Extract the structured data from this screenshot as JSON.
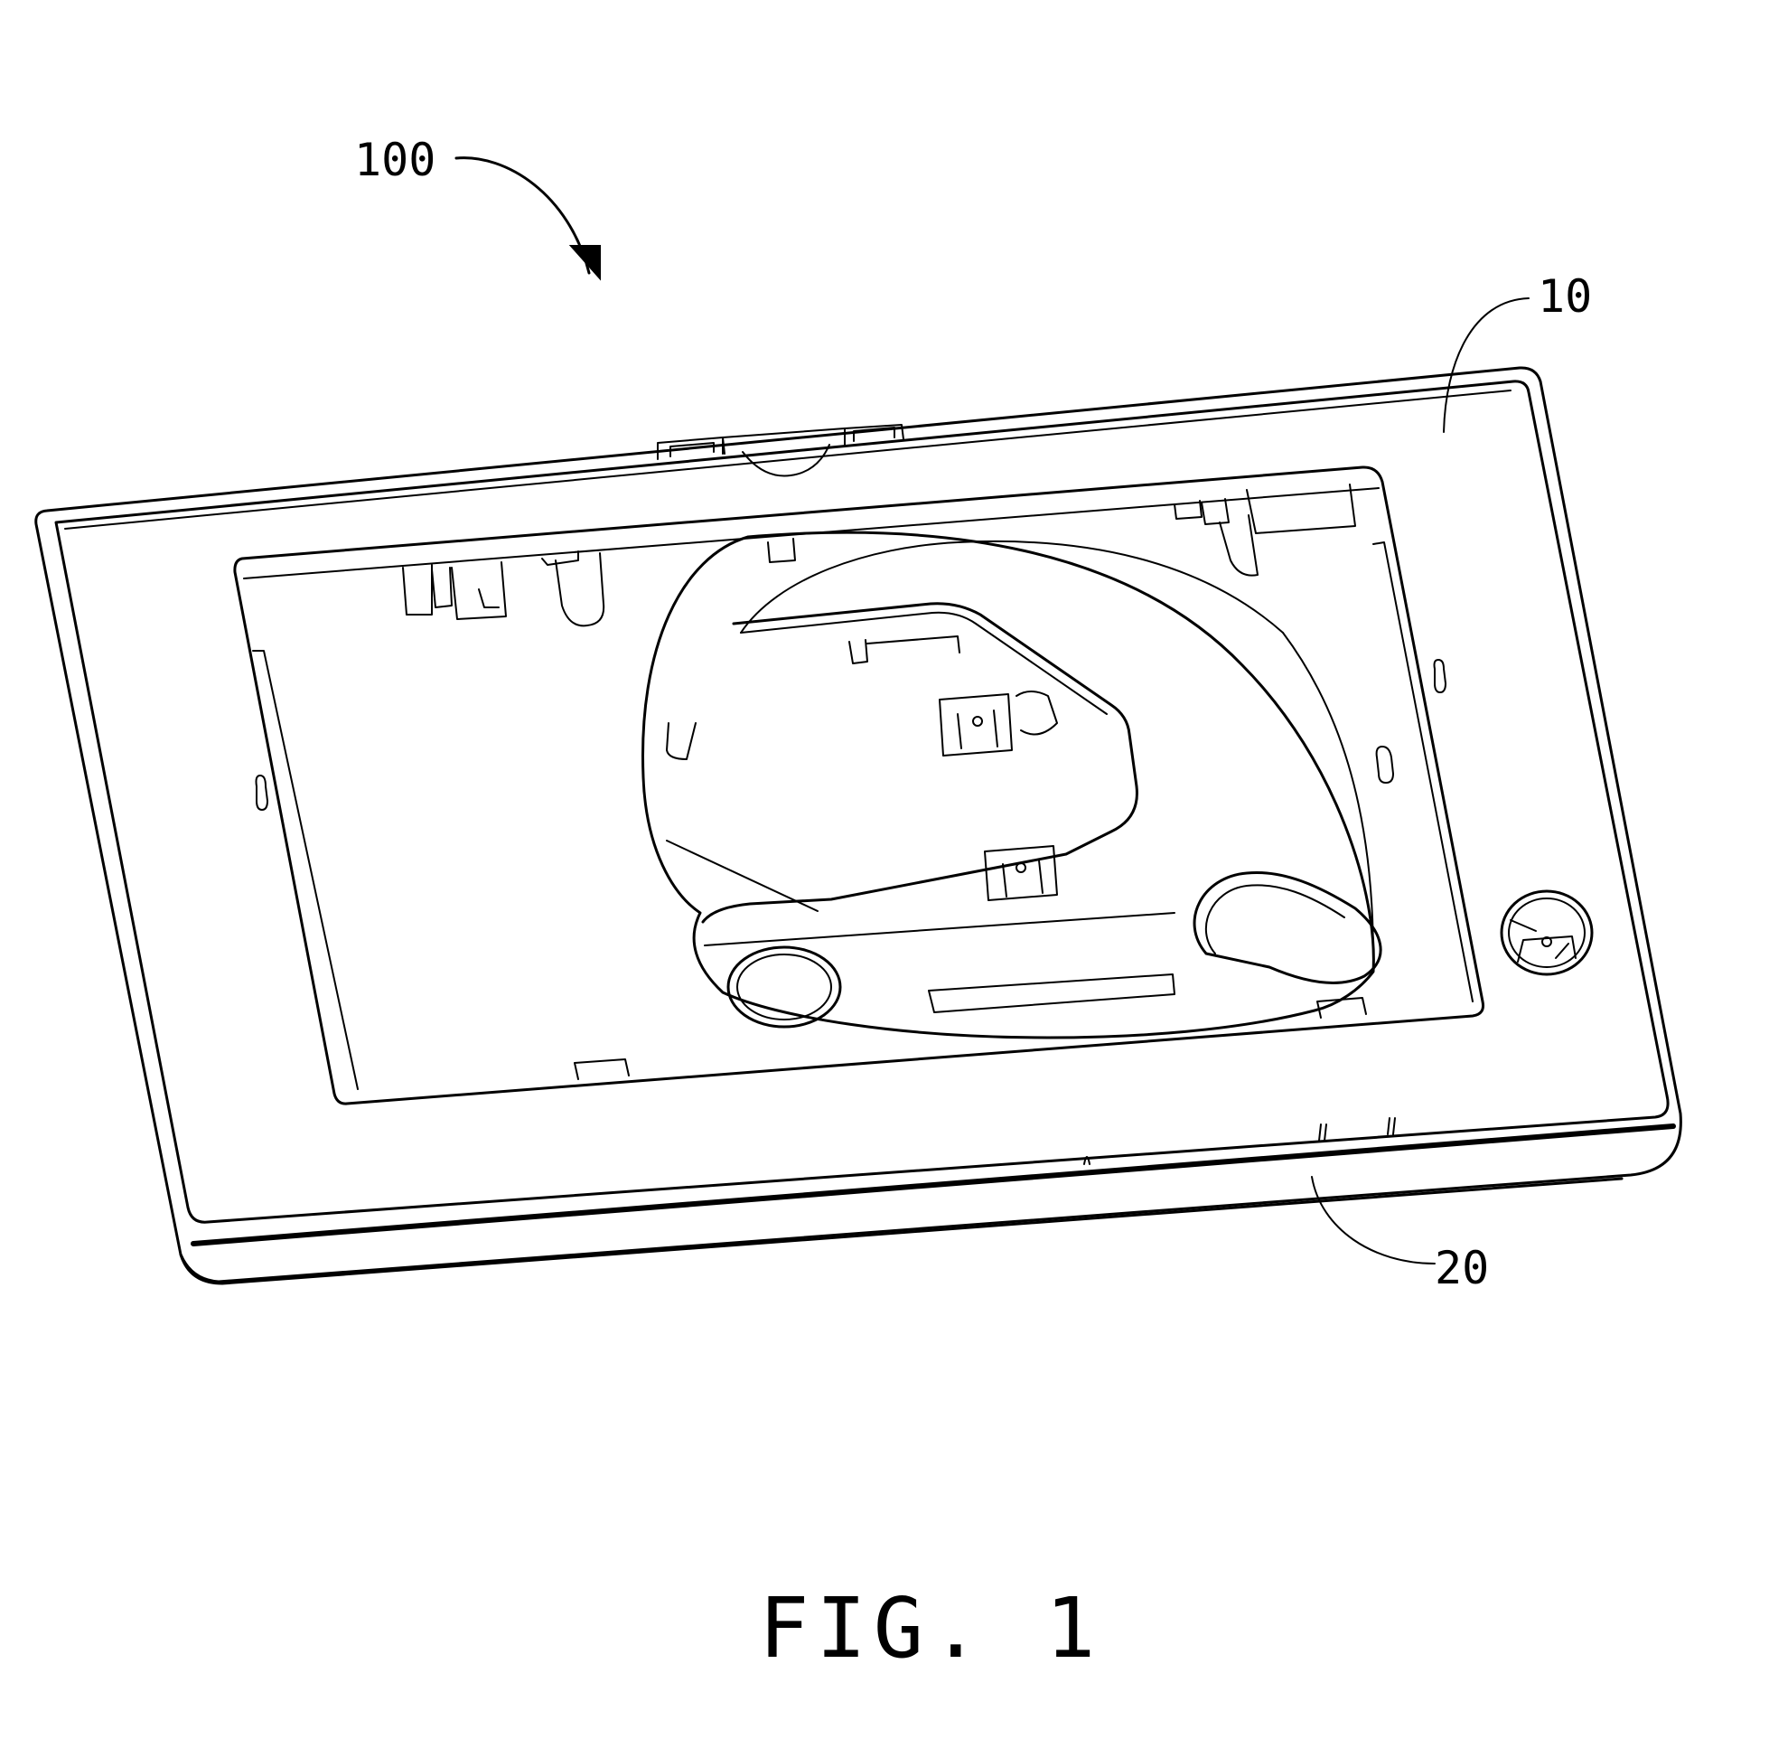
{
  "figure": {
    "caption": "FIG. 1",
    "reference_numerals": {
      "assembly": "100",
      "upper_frame": "10",
      "lower_housing": "20"
    }
  }
}
